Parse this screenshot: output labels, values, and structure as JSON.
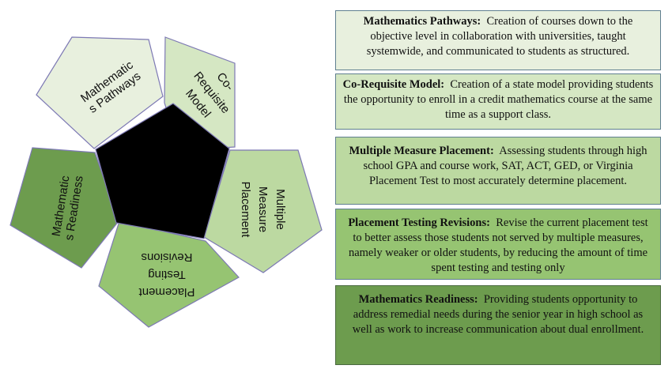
{
  "diagram": {
    "pentagons": [
      {
        "id": "pathways",
        "lines": [
          "Mathematic",
          "s Pathways"
        ],
        "fill": "#e8f0de"
      },
      {
        "id": "coreq",
        "lines": [
          "Co-",
          "Requisite",
          "Model"
        ],
        "fill": "#d5e7c3"
      },
      {
        "id": "mmp",
        "lines": [
          "Multiple",
          "Measure",
          "Placement"
        ],
        "fill": "#bcd9a1"
      },
      {
        "id": "ptr",
        "lines": [
          "Placement",
          "Testing",
          "Revisions"
        ],
        "fill": "#96c472"
      },
      {
        "id": "readiness",
        "lines": [
          "Mathematic",
          "s Readiness"
        ],
        "fill": "#6d9c4e"
      }
    ],
    "center_fill": "#000000",
    "stroke": "#7d79b4"
  },
  "boxes": [
    {
      "title": "Mathematics Pathways:",
      "text": "Creation of courses down to the objective level in collaboration with universities, taught systemwide, and communicated to students as structured."
    },
    {
      "title": "Co-Requisite Model:",
      "text": "Creation of a state model providing students the opportunity to enroll in a credit mathematics course at the same time as a support class."
    },
    {
      "title": "Multiple Measure Placement:",
      "text": "Assessing students through high school GPA and course work, SAT, ACT, GED, or Virginia Placement Test to most accurately determine placement."
    },
    {
      "title": "Placement Testing Revisions:",
      "text": "Revise the current placement test to better assess those students not served by multiple measures, namely weaker or older students, by reducing the amount of time spent testing and testing only"
    },
    {
      "title": "Mathematics Readiness:",
      "text": "Providing students opportunity to address remedial needs during the senior year in high school as well as work to increase communication about dual enrollment."
    }
  ]
}
